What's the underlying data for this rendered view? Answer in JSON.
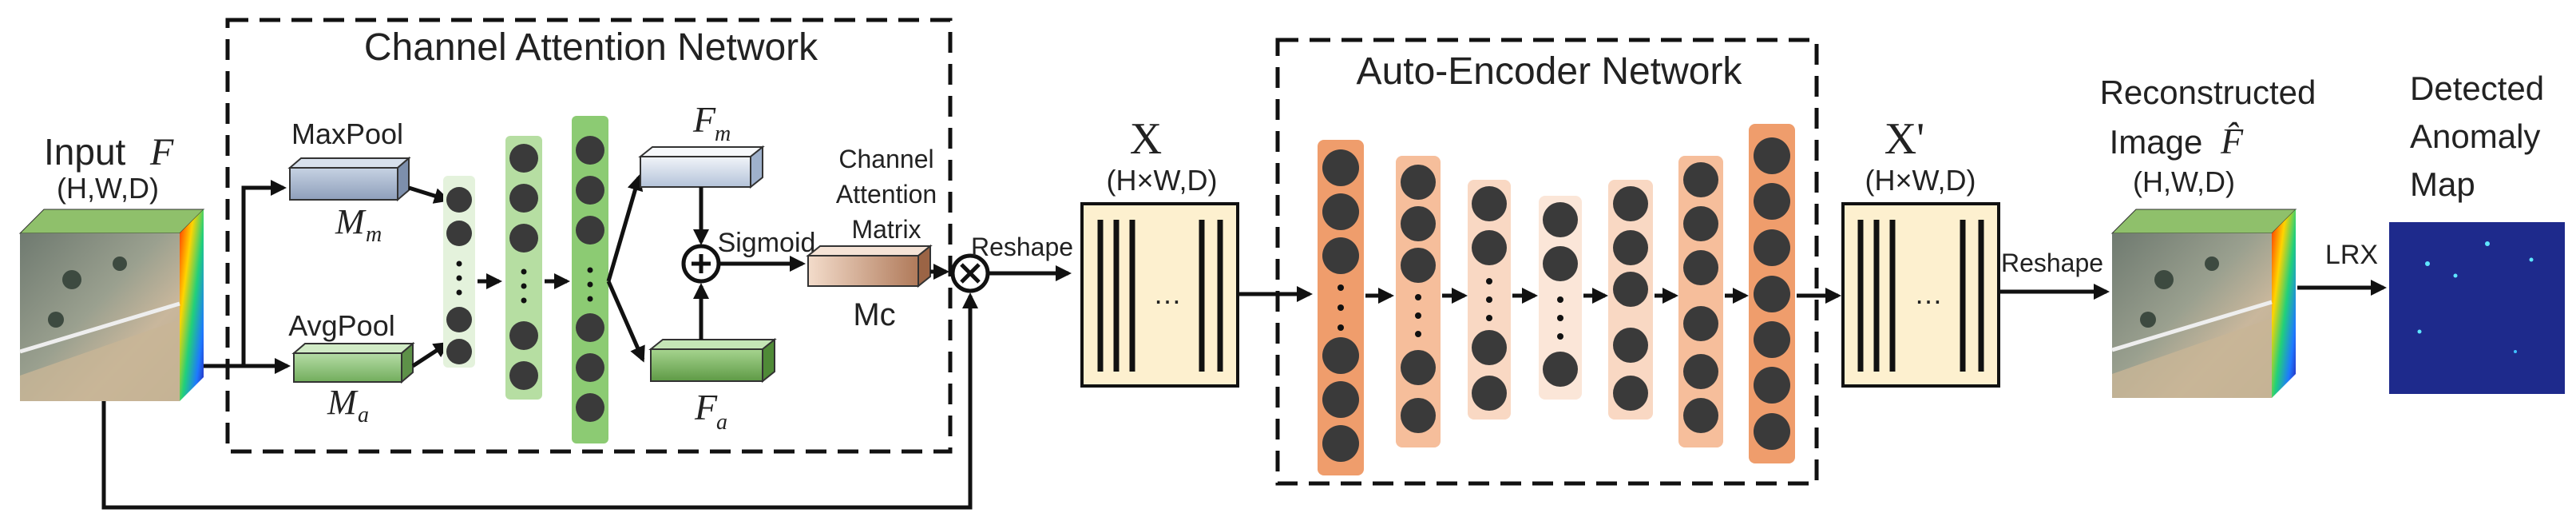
{
  "colors": {
    "dark_node": "#3a3a3a",
    "green_layer": "#9ccf8a",
    "orange_layer": "#ef9d6c",
    "matrix_fill": "#fdf0cf",
    "anomaly_bg": "#1e2a8c",
    "maxpool_box": "#a9b8cf",
    "avgpool_box": "#8ec47a",
    "attention_matrix_box": "#c99a7a"
  },
  "input": {
    "title_prefix": "Input",
    "title_symbol": "F",
    "dims": "(H,W,D)"
  },
  "channel_attention": {
    "title": "Channel Attention Network",
    "maxpool_label": "MaxPool",
    "maxpool_symbol": "M",
    "maxpool_sub": "m",
    "avgpool_label": "AvgPool",
    "avgpool_symbol": "M",
    "avgpool_sub": "a",
    "fm_symbol": "F",
    "fm_sub": "m",
    "fa_symbol": "F",
    "fa_sub": "a",
    "sigmoid_label": "Sigmoid",
    "matrix_label_lines": [
      "Channel",
      "Attention",
      "Matrix"
    ],
    "mc_label": "Mc"
  },
  "reshape1_label": "Reshape",
  "x_matrix": {
    "symbol": "X",
    "dims": "(H×W,D)",
    "ellipsis": "…"
  },
  "autoencoder": {
    "title": "Auto-Encoder Network"
  },
  "x_prime_matrix": {
    "symbol": "X'",
    "dims": "(H×W,D)",
    "ellipsis": "…"
  },
  "reshape2_label": "Reshape",
  "reconstructed": {
    "line1": "Reconstructed",
    "line2_prefix": "Image",
    "symbol": "F̂",
    "dims": "(H,W,D)"
  },
  "lrx_label": "LRX",
  "detected": {
    "lines": [
      "Detected",
      "Anomaly",
      "Map"
    ]
  }
}
